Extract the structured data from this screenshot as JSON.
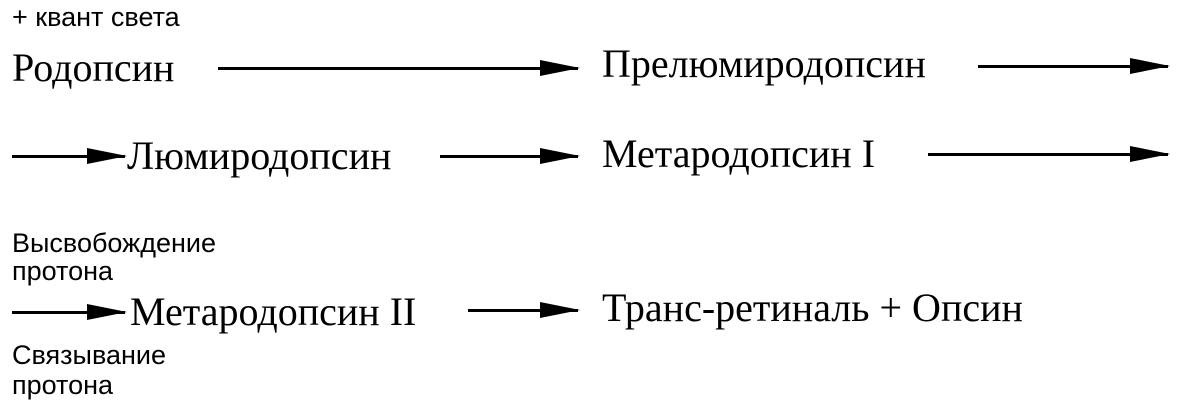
{
  "row1": {
    "note": "+ квант света",
    "from": "Родопсин",
    "to": "Прелюмиродопсин"
  },
  "row2": {
    "from": "Люмиродопсин",
    "to": "Метародопсин I"
  },
  "row3": {
    "note_top_1": "Высвобождение",
    "note_top_2": "протона",
    "from": "Метародопсин II",
    "to": "Транс-ретиналь + Опсин",
    "note_bottom_1": "Связывание",
    "note_bottom_2": "протона"
  }
}
